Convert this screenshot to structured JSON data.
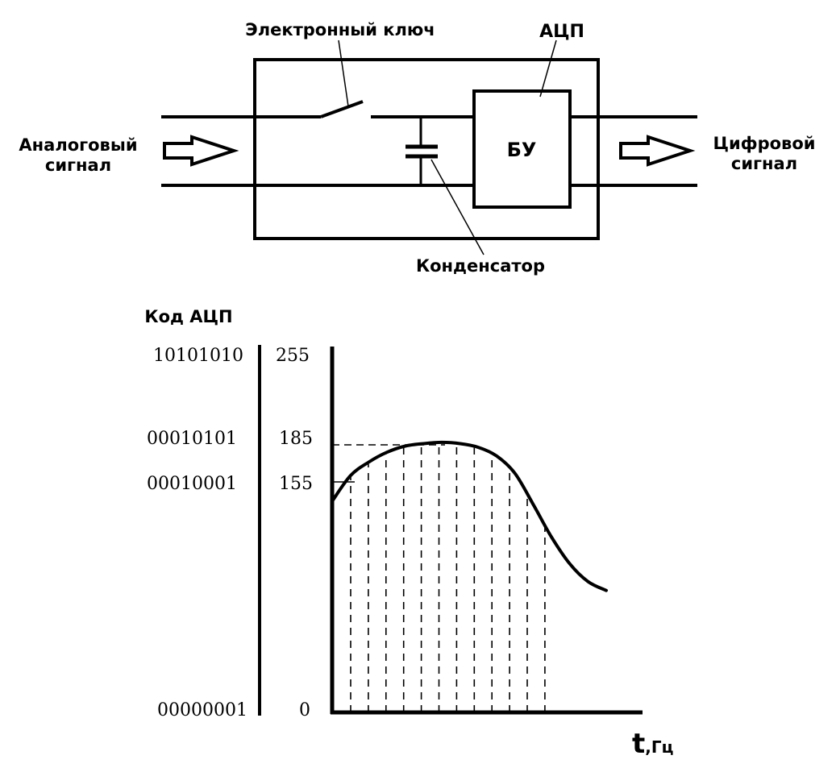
{
  "block_diagram": {
    "switch_label": "Электронный ключ",
    "adc_label": "АЦП",
    "control_block_label": "БУ",
    "capacitor_label": "Конденсатор",
    "input_label_line1": "Аналоговый",
    "input_label_line2": "сигнал",
    "output_label_line1": "Цифровой",
    "output_label_line2": "сигнал"
  },
  "graph": {
    "code_axis_title": "Код АЦП",
    "time_axis_label_main": "t",
    "time_axis_label_unit": ",Гц",
    "levels": [
      {
        "code": "10101010",
        "value": "255"
      },
      {
        "code": "00010101",
        "value": "185"
      },
      {
        "code": "00010001",
        "value": "155"
      },
      {
        "code": "00000001",
        "value": "0"
      }
    ]
  },
  "chart_data": {
    "type": "line",
    "xlabel": "t,Гц",
    "ylabel": "Код АЦП",
    "ylim": [
      0,
      255
    ],
    "yticks": [
      0,
      155,
      185,
      255
    ],
    "ytick_codes": [
      "00000001",
      "00010001",
      "00010101",
      "10101010"
    ],
    "dashed_reference_levels": [
      155,
      185
    ],
    "sample_line_count": 12,
    "series": [
      {
        "values_description_free": true,
        "x": [
          0,
          1,
          2,
          3,
          4,
          5,
          6,
          7,
          8,
          9,
          10,
          11,
          12,
          13,
          14,
          15
        ],
        "y": [
          142,
          160,
          171,
          179,
          184,
          186,
          187,
          186,
          183,
          176,
          162,
          140,
          118,
          100,
          88,
          82
        ]
      }
    ]
  }
}
